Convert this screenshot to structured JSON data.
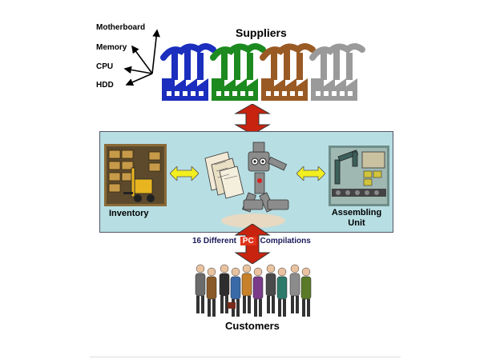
{
  "components": {
    "motherboard": "Motherboard",
    "memory": "Memory",
    "cpu": "CPU",
    "hdd": "HDD"
  },
  "suppliers": {
    "title": "Suppliers",
    "factory_colors": [
      "#1b2ebd",
      "#1d8a1f",
      "#9a5a24",
      "#9a9a9a"
    ]
  },
  "system": {
    "inventory_label": "Inventory",
    "assembling_label": "Assembling Unit",
    "box_color": "#b7dee3",
    "exchange_arrow_color": "#f2ee1f",
    "flow_arrow_color": "#c8230f"
  },
  "flow": {
    "compilations_prefix": "16 Different",
    "pc_badge": "PC",
    "compilations_suffix": "Compilations"
  },
  "customers": {
    "title": "Customers"
  }
}
